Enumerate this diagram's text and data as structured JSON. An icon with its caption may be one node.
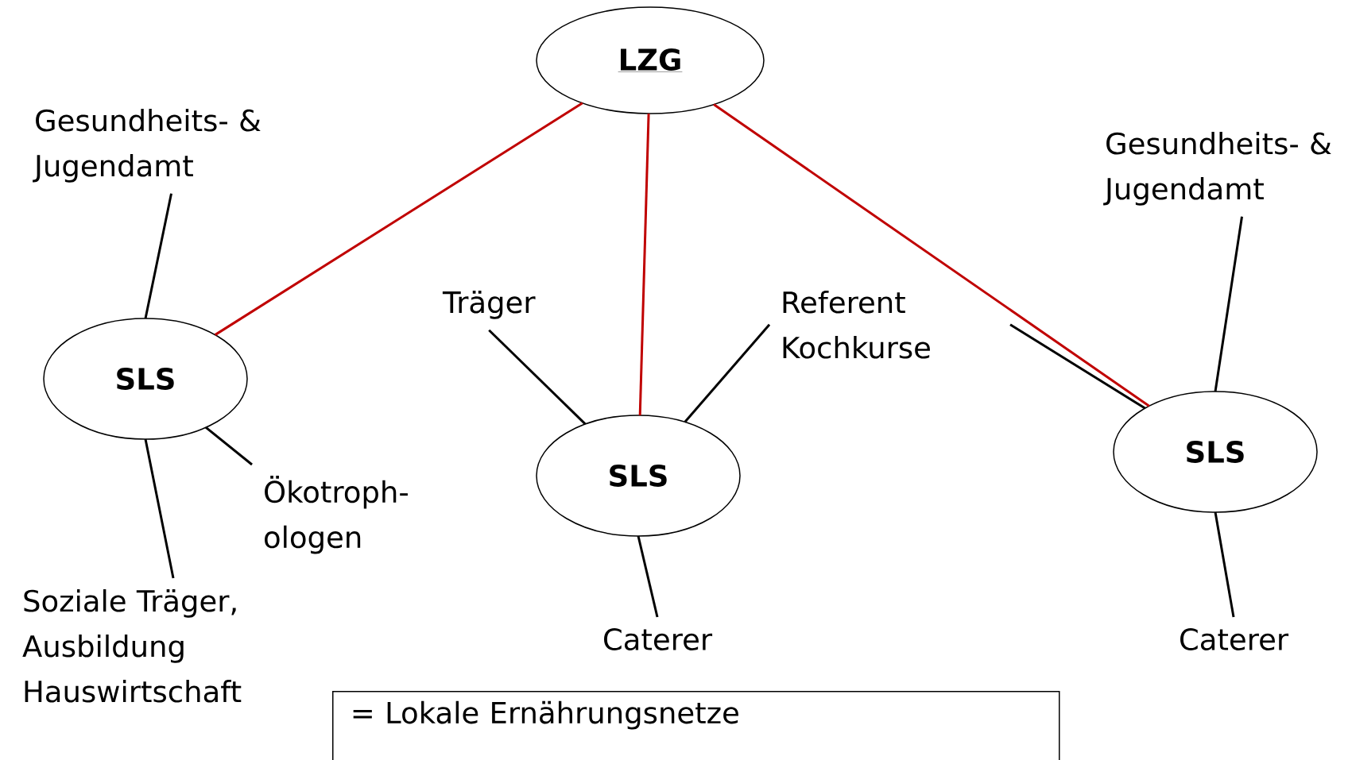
{
  "diagram": {
    "nodes": [
      {
        "text": [
          "LZG"
        ]
      },
      {
        "text": [
          "SLS"
        ]
      },
      {
        "text": [
          "SLS"
        ]
      },
      {
        "text": [
          "SLS"
        ]
      },
      {
        "text": [
          "Gesundheits- & Jugendamt"
        ]
      },
      {
        "text": [
          "Soziale Träger, Ausbildung Hauswirtschaft"
        ]
      },
      {
        "text": [
          "Ökotroph- ologen"
        ]
      },
      {
        "text": [
          "Träger"
        ]
      },
      {
        "text": [
          "Referent Kochkurse"
        ]
      },
      {
        "text": [
          "Caterer"
        ]
      },
      {
        "text": [
          "Gesundheits- & Jugendamt"
        ]
      },
      {
        "text": [
          "Caterer"
        ]
      }
    ],
    "edges": [
      {
        "from": 0,
        "to": 1,
        "arrow": "none",
        "color": "#c00000"
      },
      {
        "from": 0,
        "to": 2,
        "arrow": "none",
        "color": "#c00000"
      },
      {
        "from": 0,
        "to": 3,
        "arrow": "none",
        "color": "#c00000"
      },
      {
        "from": 4,
        "to": 1,
        "arrow": "none"
      },
      {
        "from": 5,
        "to": 1,
        "arrow": "none"
      },
      {
        "from": 6,
        "to": 1,
        "arrow": "none"
      },
      {
        "from": 7,
        "to": 2,
        "arrow": "none"
      },
      {
        "from": 8,
        "to": 2,
        "arrow": "none"
      },
      {
        "from": 9,
        "to": 2,
        "arrow": "none"
      },
      {
        "from": 8,
        "to": 3,
        "arrow": "none"
      },
      {
        "from": 10,
        "to": 3,
        "arrow": "none"
      },
      {
        "from": 11,
        "to": 3,
        "arrow": "none"
      }
    ],
    "labels": [
      "= Lokale Ernährungsnetze"
    ]
  }
}
